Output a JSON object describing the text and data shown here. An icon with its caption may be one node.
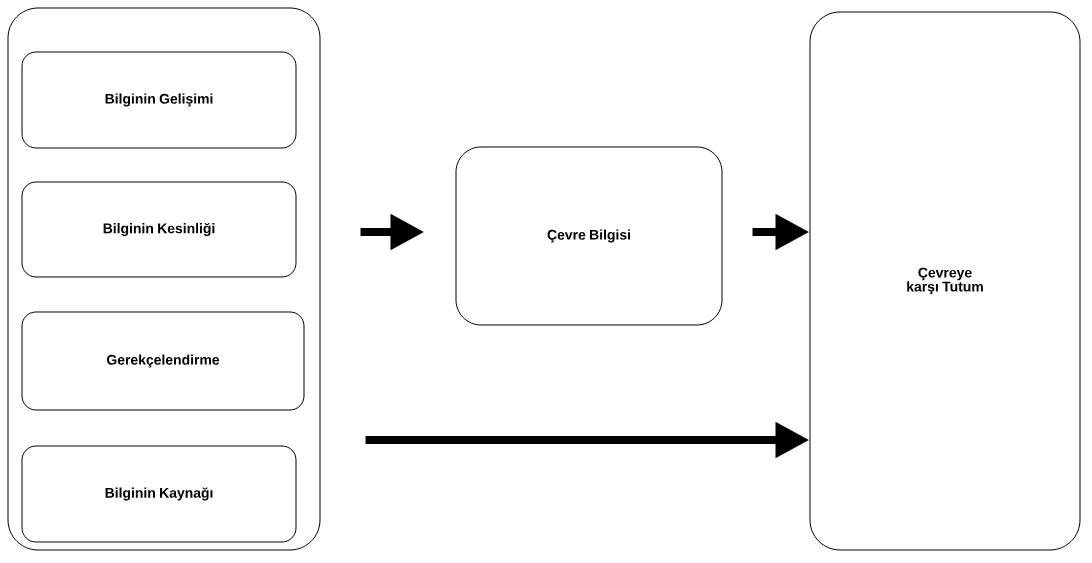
{
  "diagram": {
    "nodes": [
      {
        "text": [],
        "shape": "box"
      },
      {
        "text": [
          "Bilginin Gelişimi"
        ],
        "in": 0
      },
      {
        "text": [
          "Bilginin Kesinliği"
        ],
        "in": 0
      },
      {
        "text": [
          "Gerekçelendirme"
        ],
        "in": 0
      },
      {
        "text": [
          "Bilginin Kaynağı"
        ],
        "in": 0
      },
      {
        "text": [
          "Çevre Bilgisi"
        ]
      },
      {
        "text": [
          "Çevreye karşı Tutum"
        ]
      }
    ],
    "edges": [
      {
        "from": 0,
        "to": 5,
        "arrow": "to"
      },
      {
        "from": 5,
        "to": 6,
        "arrow": "to"
      },
      {
        "from": 0,
        "to": 6,
        "arrow": "to"
      }
    ]
  }
}
